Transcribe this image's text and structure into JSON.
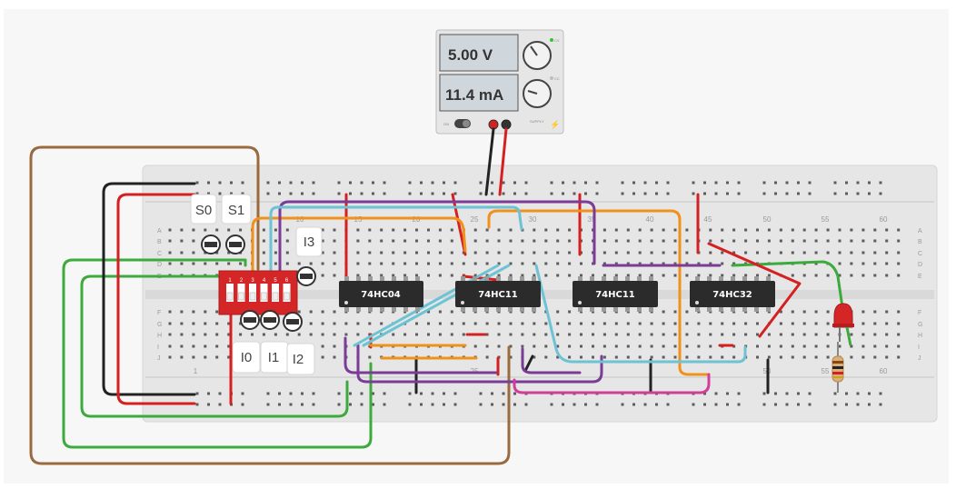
{
  "power_supply": {
    "voltage": "5.00 V",
    "current": "11.4 mA",
    "on_label": "ON",
    "cv_label": "CV",
    "cc_label": "CC"
  },
  "chips": [
    {
      "id": "u1",
      "label": "74HC04"
    },
    {
      "id": "u2",
      "label": "74HC11"
    },
    {
      "id": "u3",
      "label": "74HC11"
    },
    {
      "id": "u4",
      "label": "74HC32"
    }
  ],
  "labels": {
    "s0": "S0",
    "s1": "S1",
    "i0": "I0",
    "i1": "I1",
    "i2": "I2",
    "i3": "I3"
  },
  "breadboard": {
    "rows_top": [
      "A",
      "B",
      "C",
      "D",
      "E"
    ],
    "rows_bottom": [
      "F",
      "G",
      "H",
      "I",
      "J"
    ],
    "cols_top": [
      "10",
      "15",
      "20",
      "25",
      "30",
      "35",
      "40",
      "45",
      "50",
      "55",
      "60"
    ],
    "cols_bottom": [
      "1",
      "25",
      "50",
      "55",
      "60"
    ],
    "dip_numbers": [
      "1",
      "2",
      "3",
      "4",
      "5",
      "6"
    ]
  },
  "colors": {
    "board": "#e4e4e4",
    "chip": "#2b2b2b",
    "dip_switch": "#d42626",
    "wire_brown": "#9a6a3f",
    "wire_green": "#3daa3d",
    "wire_red": "#d42020",
    "wire_black": "#222222",
    "wire_orange": "#f0911c",
    "wire_purple": "#7a3c97",
    "wire_cyan": "#6dc3d3",
    "wire_pink": "#d23c9a",
    "led": "#d42626"
  }
}
